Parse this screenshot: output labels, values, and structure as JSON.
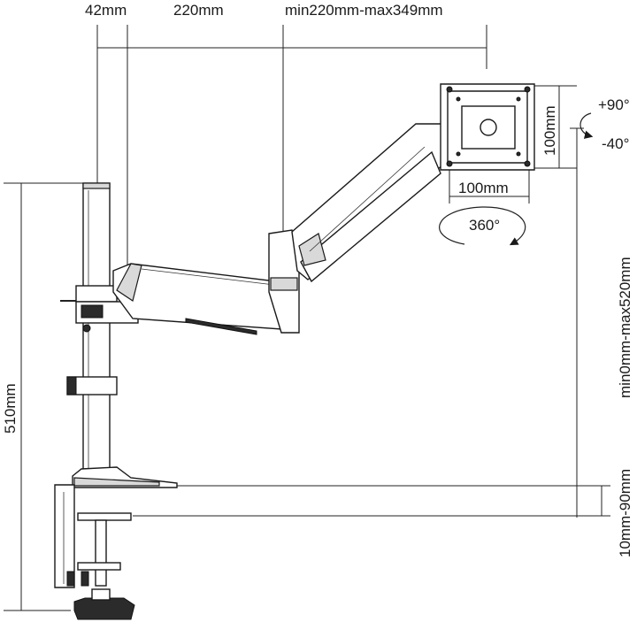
{
  "dimensions": {
    "clamp_offset": "42mm",
    "first_arm": "220mm",
    "second_arm": "min220mm-max349mm",
    "vesa_height": "100mm",
    "vesa_width": "100mm",
    "pole_height": "510mm",
    "height_adjust": "min0mm-max520mm",
    "desk_thickness": "10mm-90mm"
  },
  "rotations": {
    "tilt_up": "+90°",
    "tilt_down": "-40°",
    "swivel": "360°"
  }
}
